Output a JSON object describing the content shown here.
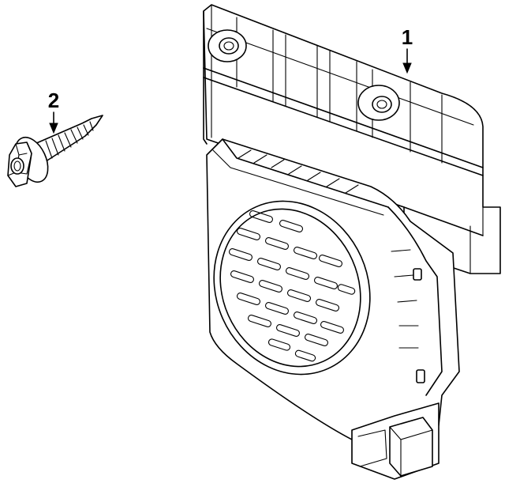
{
  "diagram": {
    "callouts": [
      {
        "id": "1",
        "label": "1",
        "part": "speaker-assembly"
      },
      {
        "id": "2",
        "label": "2",
        "part": "screw"
      }
    ]
  }
}
